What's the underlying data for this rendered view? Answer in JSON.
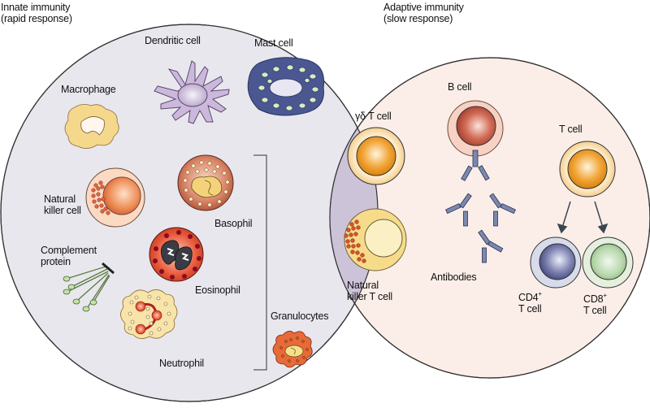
{
  "headers": {
    "innate": {
      "line1": "Innate immunity",
      "line2": "(rapid response)"
    },
    "adaptive": {
      "line1": "Adaptive immunity",
      "line2": "(slow response)"
    }
  },
  "cells": {
    "dendritic": "Dendritic cell",
    "mast": "Mast cell",
    "macrophage": "Macrophage",
    "nk": {
      "line1": "Natural",
      "line2": "killer cell"
    },
    "basophil": "Basophil",
    "complement": {
      "line1": "Complement",
      "line2": "protein"
    },
    "eosinophil": "Eosinophil",
    "neutrophil": "Neutrophil",
    "granulocytes": "Granulocytes",
    "gdt": "γδ T cell",
    "nkt": {
      "line1": "Natural",
      "line2": "killer T cell"
    },
    "bcell": "B cell",
    "antibodies": "Antibodies",
    "tcell": "T cell",
    "cd4": {
      "line1": "CD4",
      "sup": "+",
      "line2": "T cell"
    },
    "cd8": {
      "line1": "CD8",
      "sup": "+",
      "line2": "T cell"
    }
  },
  "colors": {
    "innate_fill": "#e8e7ee",
    "adaptive_fill": "#fbeee8",
    "overlap_fill": "#cdc3d8",
    "outline": "#333333"
  }
}
